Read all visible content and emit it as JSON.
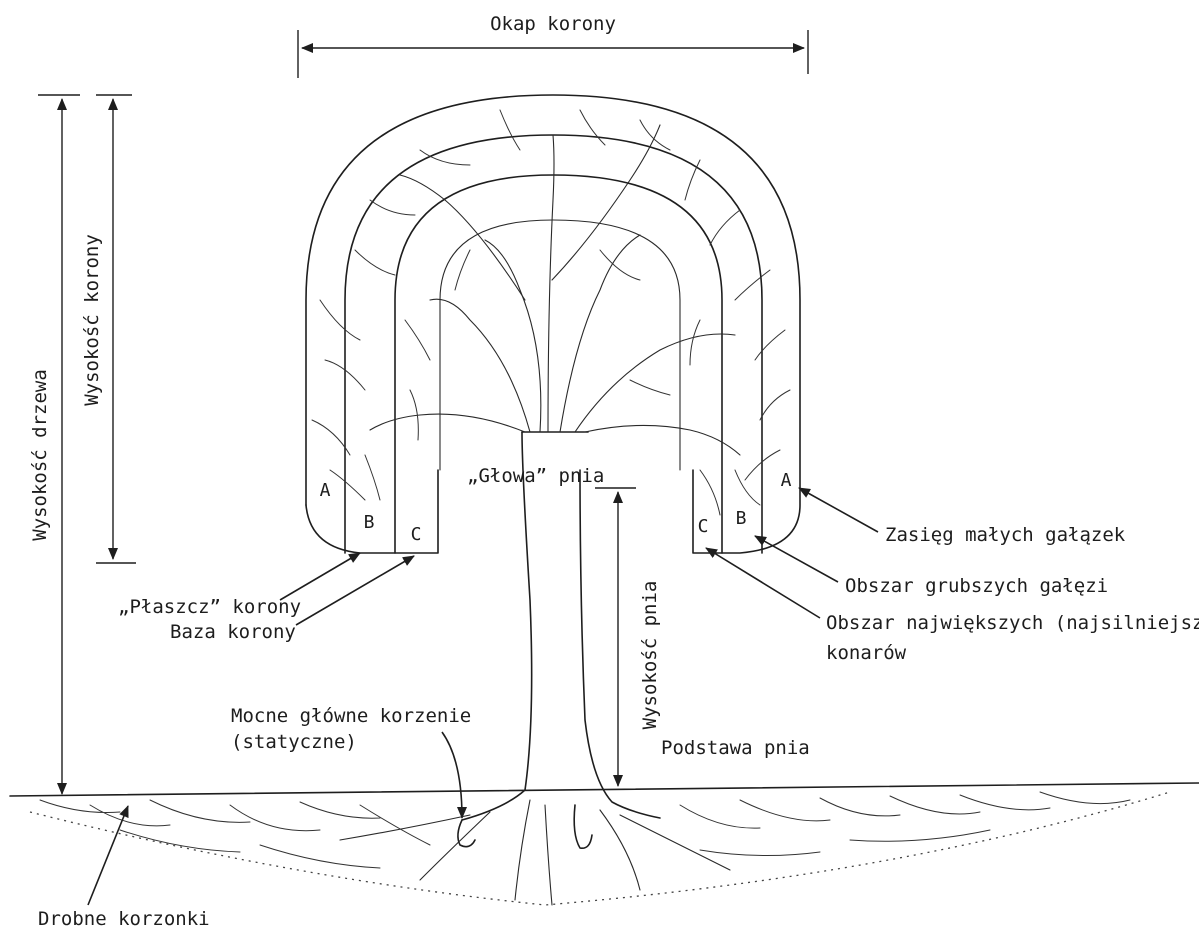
{
  "labels": {
    "crown_spread": "Okap korony",
    "tree_height": "Wysokość drzewa",
    "crown_height": "Wysokość korony",
    "trunk_head": "„Głowa” pnia",
    "trunk_height": "Wysokość pnia",
    "crown_mantle": "„Płaszcz” korony",
    "crown_base": "Baza korony",
    "small_twigs_range": "Zasięg małych gałązek",
    "thicker_branches_area": "Obszar grubszych gałęzi",
    "largest_limbs_area_line1": "Obszar największych (najsilniejszych)",
    "largest_limbs_area_line2": "konarów",
    "main_roots_line1": "Mocne główne korzenie",
    "main_roots_line2": "(statyczne)",
    "trunk_base": "Podstawa pnia",
    "fine_roots": "Drobne korzonki"
  },
  "zones": {
    "a": "A",
    "b": "B",
    "c": "C"
  }
}
